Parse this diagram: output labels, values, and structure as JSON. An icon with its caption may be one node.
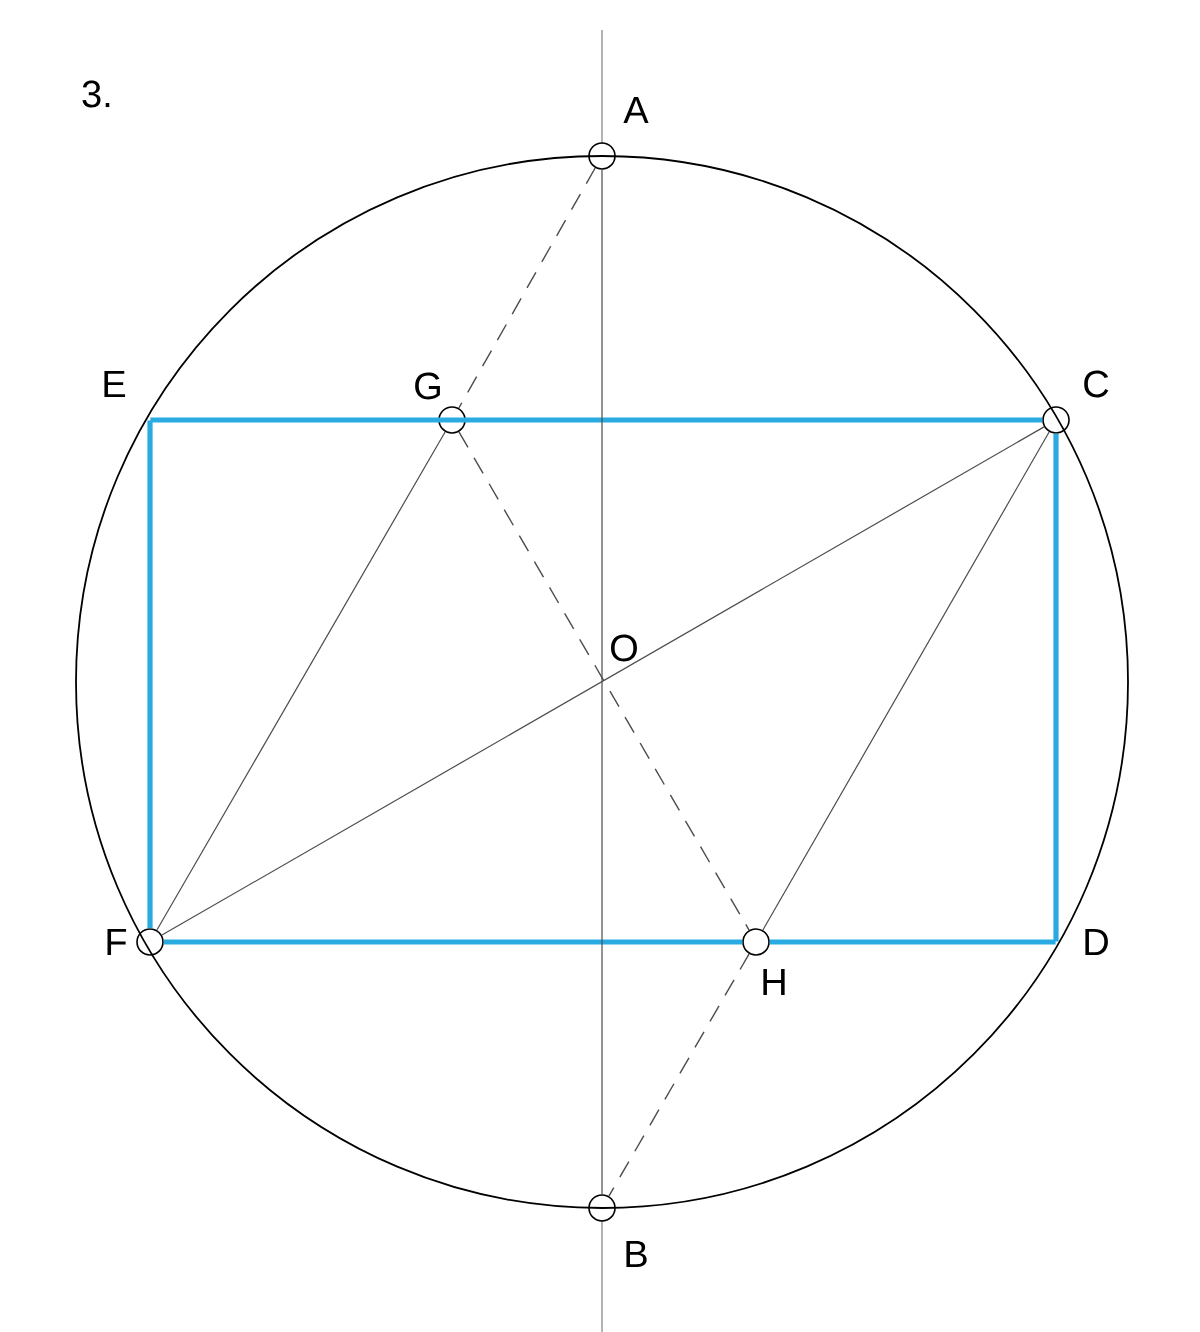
{
  "diagram": {
    "nodes": [
      {
        "text": [
          "A"
        ]
      },
      {
        "text": [
          "E"
        ]
      },
      {
        "text": [
          "G"
        ]
      },
      {
        "text": [
          "C"
        ]
      },
      {
        "text": [
          "O"
        ]
      },
      {
        "text": [
          "F"
        ]
      },
      {
        "text": [
          "H"
        ]
      },
      {
        "text": [
          "D"
        ]
      },
      {
        "text": [
          "B"
        ]
      }
    ],
    "edges": [
      {
        "from": 1,
        "to": 3,
        "arrow": "none",
        "style": "thick",
        "color": "#29abe2"
      },
      {
        "from": 3,
        "to": 7,
        "arrow": "none",
        "style": "thick",
        "color": "#29abe2"
      },
      {
        "from": 7,
        "to": 6,
        "arrow": "none",
        "style": "thick",
        "color": "#29abe2"
      },
      {
        "from": 6,
        "to": 5,
        "arrow": "none",
        "style": "thick",
        "color": "#29abe2"
      },
      {
        "from": 5,
        "to": 1,
        "arrow": "none",
        "style": "thick",
        "color": "#29abe2"
      },
      {
        "from": 5,
        "to": 3,
        "arrow": "none"
      },
      {
        "from": 5,
        "to": 2,
        "arrow": "none"
      },
      {
        "from": 6,
        "to": 3,
        "arrow": "none"
      },
      {
        "from": 0,
        "to": 8,
        "arrow": "none"
      },
      {
        "from": 0,
        "to": 2,
        "arrow": "none",
        "style": "dashed"
      },
      {
        "from": 2,
        "to": 6,
        "arrow": "none",
        "style": "dashed"
      },
      {
        "from": 6,
        "to": 8,
        "arrow": "none",
        "style": "dashed"
      }
    ],
    "labels": [
      "3."
    ]
  }
}
